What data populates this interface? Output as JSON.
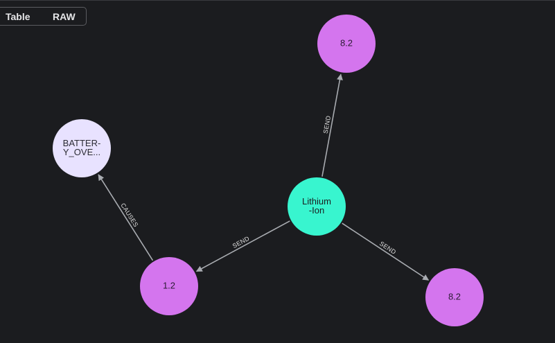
{
  "toolbar": {
    "tabs": [
      {
        "label": "Table"
      },
      {
        "label": "RAW"
      }
    ]
  },
  "graph": {
    "colors": {
      "background": "#1b1c1f",
      "edge": "#a9acb1",
      "value_node": "#d475ee",
      "entity_node": "#38f5cf",
      "event_node": "#e8e2ff"
    },
    "nodes": [
      {
        "id": "lithium",
        "label_lines": [
          "Lithium",
          "-Ion"
        ],
        "kind": "entity_node",
        "text_color": "#1b1c1f"
      },
      {
        "id": "v_top",
        "label_lines": [
          "8.2"
        ],
        "kind": "value_node",
        "text_color": "#2a1b33"
      },
      {
        "id": "v_right",
        "label_lines": [
          "8.2"
        ],
        "kind": "value_node",
        "text_color": "#2a1b33"
      },
      {
        "id": "v_left",
        "label_lines": [
          "1.2"
        ],
        "kind": "value_node",
        "text_color": "#2a1b33"
      },
      {
        "id": "battery",
        "label_lines": [
          "BATTER-",
          "Y_OVE..."
        ],
        "kind": "event_node",
        "text_color": "#2b2b33"
      }
    ],
    "edges": [
      {
        "from": "lithium",
        "to": "v_top",
        "label": "SEND"
      },
      {
        "from": "lithium",
        "to": "v_right",
        "label": "SEND"
      },
      {
        "from": "lithium",
        "to": "v_left",
        "label": "SEND"
      },
      {
        "from": "v_left",
        "to": "battery",
        "label": "CAUSES"
      }
    ]
  }
}
